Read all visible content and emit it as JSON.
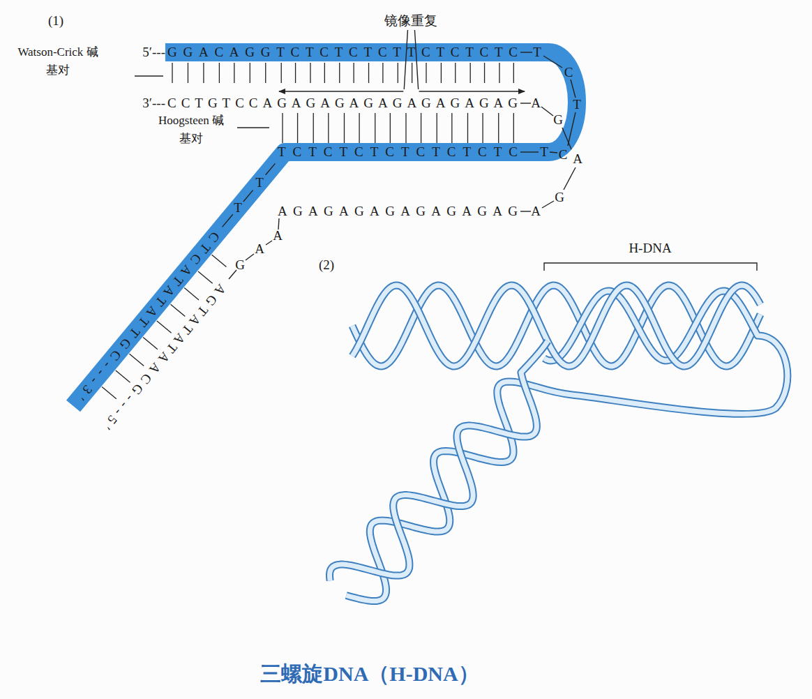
{
  "diagram": {
    "caption": "三螺旋DNA（H-DNA）",
    "labels": [
      "(1)",
      "镜像重复",
      "Watson-Crick 碱基对",
      "5′---",
      "GGACAGGTCTCTCTCTTCTCTCTC",
      "T",
      "C",
      "T",
      "3′---",
      "CCTGTCCAGAGAGAGAGAGAGAGAG",
      "A",
      "G",
      "Hoogsteen 碱基对",
      "TCTCTCTCTCTCTCTC",
      "T",
      "C",
      "A",
      "G",
      "AGAGAGAGAGAGAGAG",
      "A",
      "T",
      "T",
      "CTCATATATTGC---3′",
      "A",
      "A",
      "G",
      "AGTATATAACG---5′",
      "(2)",
      "H-DNA"
    ]
  }
}
